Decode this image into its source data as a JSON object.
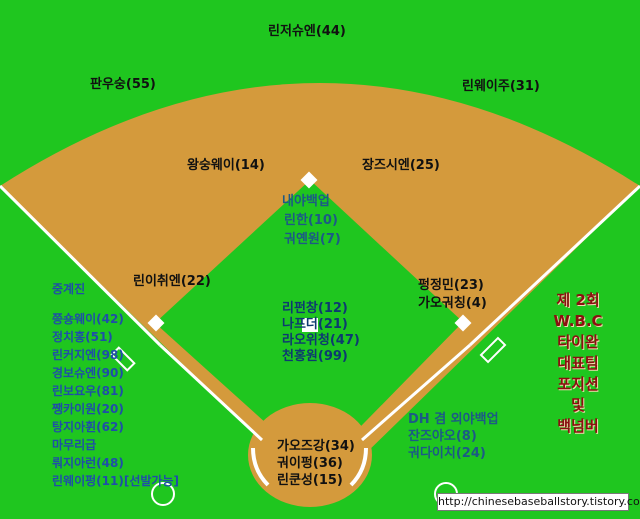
{
  "outfield": {
    "center": "린저슈엔(44)",
    "left": "판우숭(55)",
    "right": "린웨이주(31)"
  },
  "infield": {
    "shortstop": "왕숭웨이(14)",
    "second_base": "장즈시엔(25)",
    "third_base": "린이취엔(22)",
    "first_base_1": "펑정민(23)",
    "first_base_2": "가오궈칭(4)"
  },
  "bench": {
    "infield_backup_label": "내야백업",
    "infield_backup": [
      "린한(10)",
      "궈옌원(7)"
    ],
    "catchers": [
      "리펀창(12)",
      "나프더(21)",
      "라오위청(47)",
      "천홍원(99)"
    ],
    "pitchers": [
      "가오즈강(34)",
      "궈이펑(36)",
      "린쿤성(15)"
    ],
    "dh_label": "DH 겸  외야백업",
    "dh": [
      "잔즈야오(8)",
      "궈다이치(24)"
    ]
  },
  "bullpen": {
    "relief_label": "중계진",
    "relief": [
      "쯩숑웨이(42)",
      "정치홍(51)",
      "린커지엔(98)",
      "경보슈엔(90)",
      "린보요우(81)",
      "쨍카이원(20)",
      "탕지아휜(62)"
    ],
    "closer_label": "마무리급",
    "closers": [
      "뤄지아런(48)",
      "린웨이펑(11)[선발가능]"
    ]
  },
  "title_lines": [
    "제 2회",
    "W.B.C",
    "타이완",
    "대표팀",
    "포지션",
    "및",
    "백넘버"
  ],
  "url": "http://chinesebaseballstory.tistory.com",
  "colors": {
    "grass": "#1fc61f",
    "dirt": "#d49a3c",
    "foul_line": "#ffffff",
    "title": "#8a1010"
  }
}
